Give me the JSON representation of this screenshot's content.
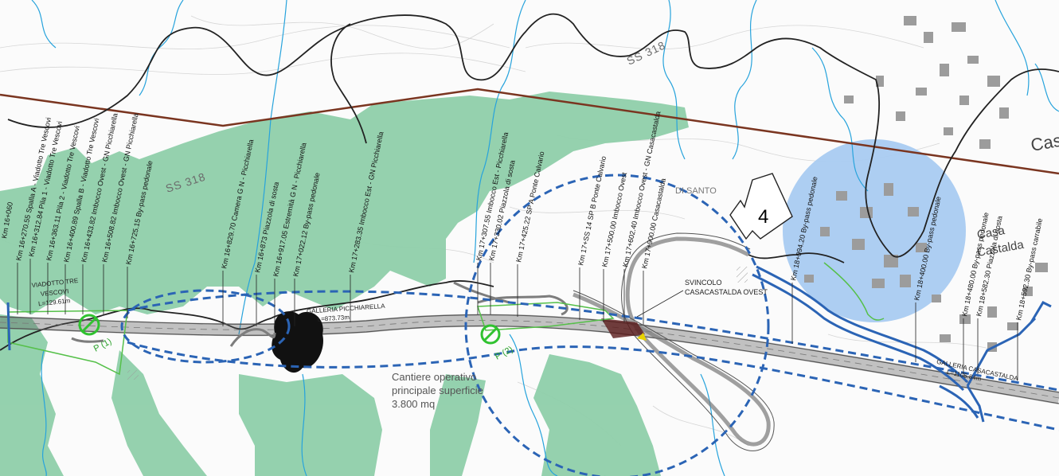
{
  "roads": {
    "ss318_top": "SS 318",
    "ss318_left": "SS 318",
    "place_cas": "Cas",
    "place_casa_castalda": [
      "Casa",
      "Castalda"
    ],
    "di_santo": "DI SANTO"
  },
  "callout": {
    "number": "4"
  },
  "structures": {
    "viadotto": [
      "VIADOTTO TRE",
      "VESCOVI",
      "L=129.61m"
    ],
    "galleria_picchiarella": [
      "GALLERIA PICCHIARELLA",
      "L=873.73m"
    ],
    "svincolo": [
      "SVINCOLO",
      "CASACASTALDA OVEST"
    ],
    "galleria_casacastalda": [
      "GALLERIA CASACASTALDA",
      "L=1105.84m"
    ]
  },
  "construction_site": [
    "Cantiere operativo",
    "principale superficie",
    "3.800 mq"
  ],
  "site_markers": [
    "P (1)",
    "P (2)"
  ],
  "chainage_labels": [
    "Km 16+060",
    "Km 16+270.55 Spalla A - Viadotto Tre Vescovi",
    "Km 16+312.84 Pila 1 - Viadotto Tre Vescovi",
    "Km 16+363.11 Pila 2 - Viadotto Tre Vescovi",
    "Km 16+400.89 Spalla B - Viadotto Tre Vescovi",
    "Km 16+433.82 Imbocco Ovest - GN Picchiarella",
    "Km 16+508.82 Imbocco Ovest - GN Picchiarella",
    "Km 16+725.15 By-pass pedonale",
    "Km 16+829.70 Camera G N - Picchiarella",
    "Km 16+873 Piazzola di sosta",
    "Km 16+917.05 Estremità G N - Picchiarella",
    "Km 17+022.12 By-pass pedonale",
    "Km 17+283.35 Imbocco Est - GN Picchiarella",
    "Km 17+307.55 Imbocco Est - Picchiarella",
    "Km 17+330.02 Piazzola di sosta",
    "Km 17+425.22 SP A Ponte Calvario",
    "Km 17+SS 14 SP B Ponte Calvario",
    "Km 17+500.00 Imbocco Ovest",
    "Km 17+602.40 Imbocco Ovest - GN Casacastalda",
    "Km 17+900.00 Casacastalda",
    "Km 18+094.20 By-pass pedonale",
    "Km 18+400.00 By-pass pedonale",
    "Km 18+480.00 By-pass pedonale",
    "Km 18+582.30 Piazzola di sosta",
    "Km 18+592.30 By-pass carrabile"
  ]
}
